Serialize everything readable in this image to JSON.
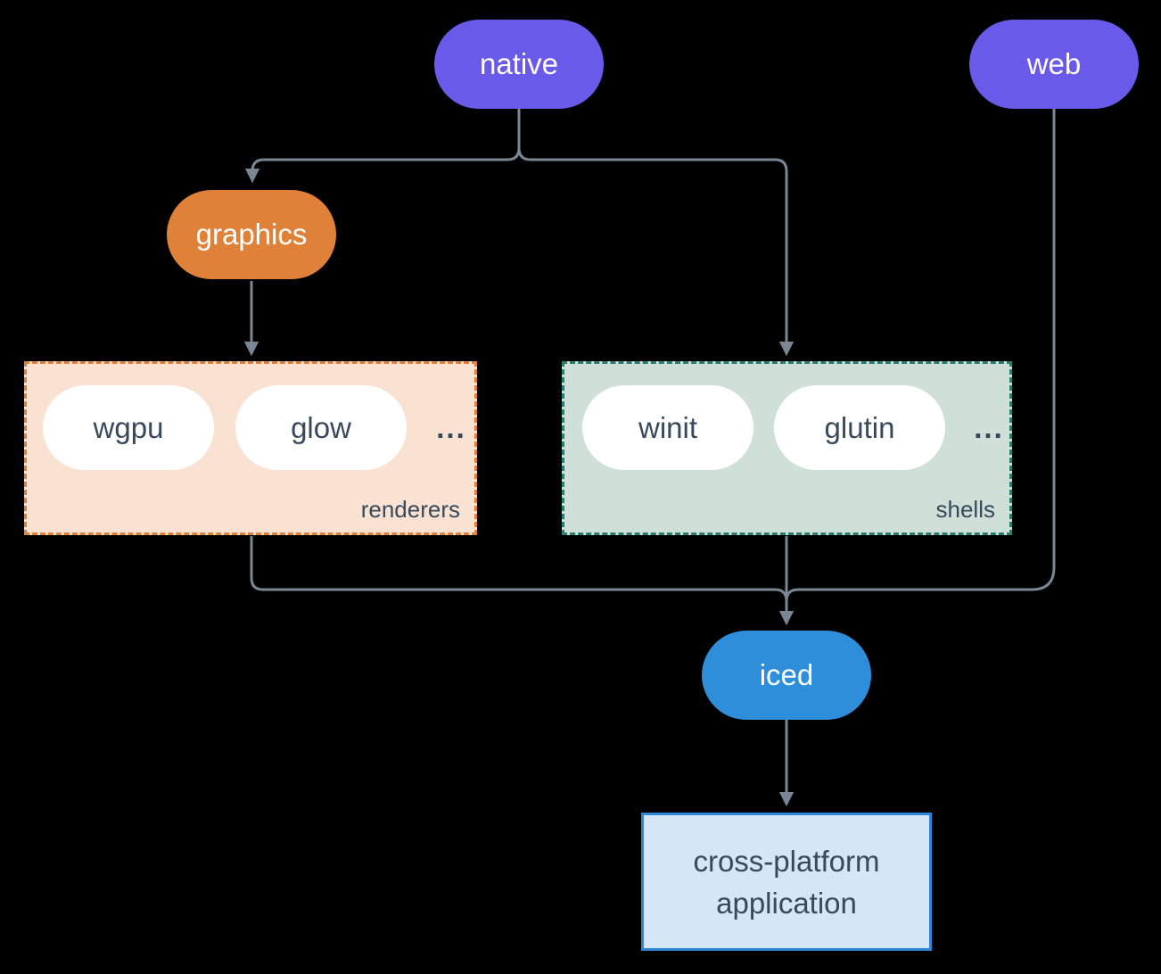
{
  "colors": {
    "purple": "#6A5AEA",
    "orange": "#E08139",
    "blue": "#2E8ED9",
    "renderers_fill": "#F9E2D2",
    "renderers_border": "#E08139",
    "shells_fill": "#CFE0D8",
    "shells_border": "#2B7E6E",
    "app_fill": "#D5E6F7",
    "app_border": "#2E86D8",
    "line": "#7B8694",
    "dark_text": "#38495C",
    "white_text": "#FFFFFF",
    "bg": "#000000"
  },
  "nodes": {
    "native": {
      "label": "native"
    },
    "web": {
      "label": "web"
    },
    "graphics": {
      "label": "graphics"
    },
    "iced": {
      "label": "iced"
    },
    "app": {
      "lines": [
        "cross-platform",
        "application"
      ]
    }
  },
  "groups": {
    "renderers": {
      "label": "renderers",
      "ellipsis": "...",
      "items": [
        "wgpu",
        "glow"
      ]
    },
    "shells": {
      "label": "shells",
      "ellipsis": "...",
      "items": [
        "winit",
        "glutin"
      ]
    }
  },
  "edges": [
    {
      "from": "native",
      "to": "graphics"
    },
    {
      "from": "native",
      "to": "shells"
    },
    {
      "from": "graphics",
      "to": "renderers"
    },
    {
      "from": "renderers",
      "to": "iced"
    },
    {
      "from": "shells",
      "to": "iced"
    },
    {
      "from": "web",
      "to": "iced"
    },
    {
      "from": "iced",
      "to": "app"
    }
  ]
}
